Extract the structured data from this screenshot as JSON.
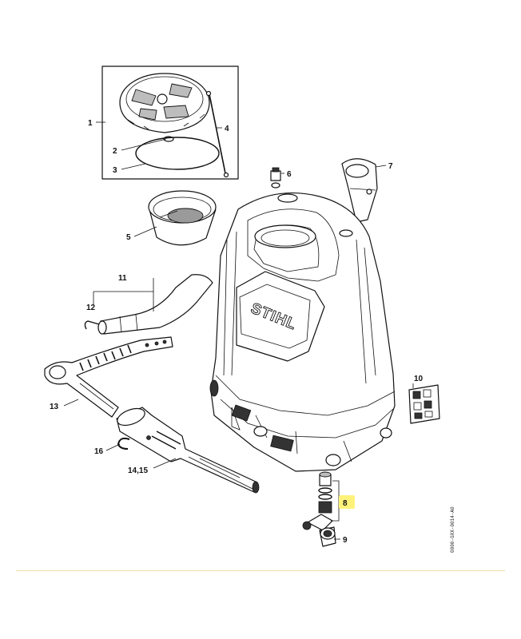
{
  "callouts": [
    {
      "id": "c1",
      "text": "1"
    },
    {
      "id": "c2",
      "text": "2"
    },
    {
      "id": "c3",
      "text": "3"
    },
    {
      "id": "c4",
      "text": "4"
    },
    {
      "id": "c5",
      "text": "5"
    },
    {
      "id": "c6",
      "text": "6"
    },
    {
      "id": "c7",
      "text": "7"
    },
    {
      "id": "c8",
      "text": "8",
      "highlighted": true
    },
    {
      "id": "c9",
      "text": "9"
    },
    {
      "id": "c10",
      "text": "10"
    },
    {
      "id": "c11",
      "text": "11"
    },
    {
      "id": "c12",
      "text": "12"
    },
    {
      "id": "c13",
      "text": "13"
    },
    {
      "id": "c14",
      "text": "14,15"
    },
    {
      "id": "c16",
      "text": "16"
    }
  ],
  "brand_text": "STIHL",
  "drawing_code": "0000-GXX-0014-A0",
  "colors": {
    "highlight": "#fff27a",
    "rule": "#f1dea6",
    "line": "#111111"
  }
}
